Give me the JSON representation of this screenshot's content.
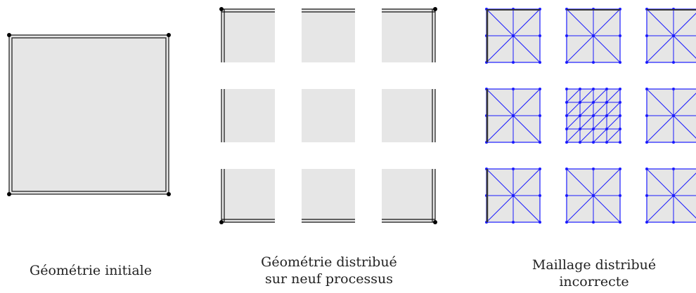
{
  "panels": [
    {
      "caption_lines": [
        "Géométrie initiale"
      ]
    },
    {
      "caption_lines": [
        "Géométrie distribué",
        "sur neuf processus"
      ]
    },
    {
      "caption_lines": [
        "Maillage distribué",
        "incorrecte"
      ]
    }
  ],
  "colors": {
    "fill": "#e6e6e6",
    "edge": "#111111",
    "mesh": "#1a1aff",
    "vertex": "#000000"
  }
}
